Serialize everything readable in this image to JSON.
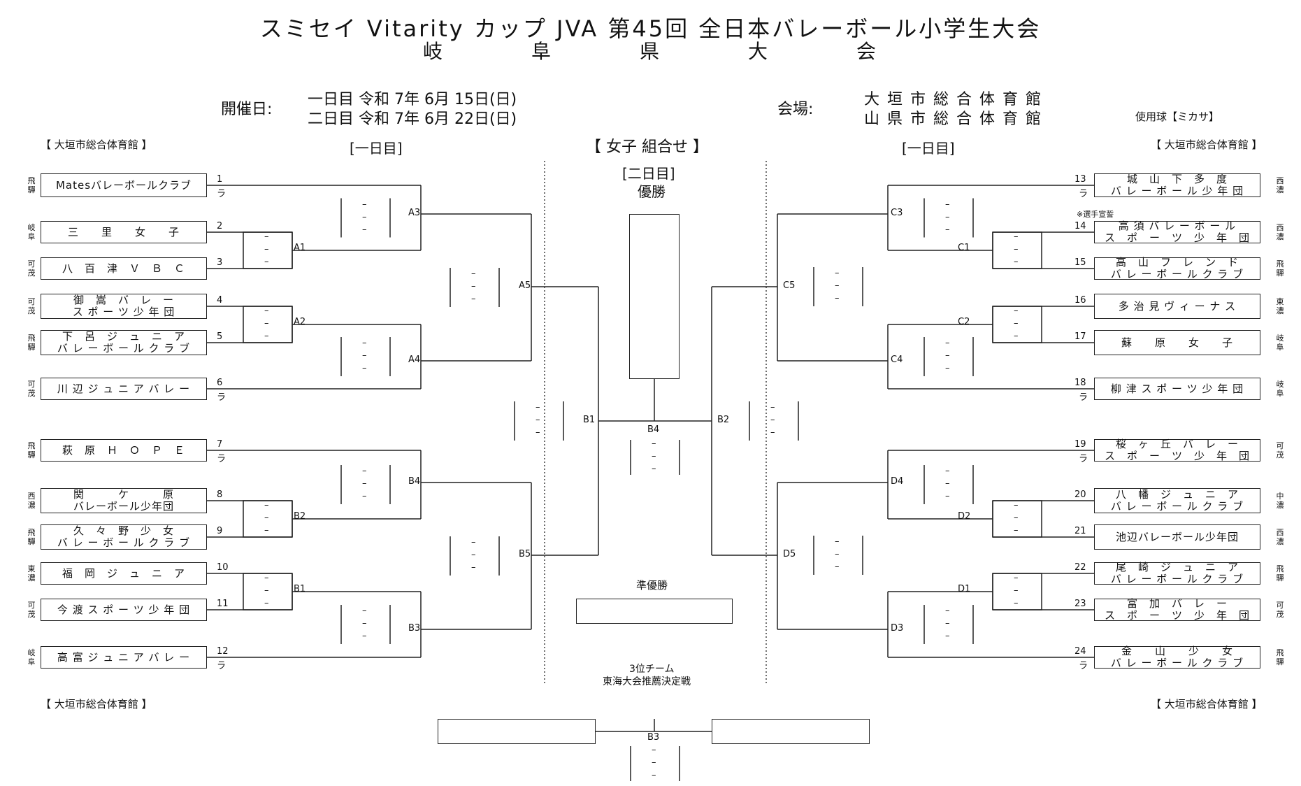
{
  "header": {
    "title": "スミセイ Vitarity カップ JVA 第45回  全日本バレーボール小学生大会",
    "subtitle": "岐　　　　阜　　　　県　　　　大　　　　会",
    "date_label": "開催日:",
    "date_line1": "一日目 令和 7年 6月 15日(日)",
    "date_line2": "二日目 令和 7年 6月 22日(日)",
    "venue_label": "会場:",
    "venue_line1": "大 垣 市 総 合 体 育 館",
    "venue_line2": "山 県 市 総 合 体 育 館",
    "ball": "使用球【ミカサ】"
  },
  "labels": {
    "venue_tl": "【  大垣市総合体育館  】",
    "venue_tr": "【  大垣市総合体育館  】",
    "venue_bl": "【  大垣市総合体育館  】",
    "venue_br": "【  大垣市総合体育館  】",
    "day1_left": "[一日目]",
    "day1_right": "[一日目]",
    "category": "【  女子  組合せ  】",
    "day2": "[二日目]",
    "champion": "優勝",
    "runner_up": "準優勝",
    "third_line1": "3位チーム",
    "third_line2": "東海大会推薦決定戦",
    "oath": "※選手宣誓",
    "ra": "ラ",
    "dash": "–"
  },
  "teams_left": [
    {
      "num": "1",
      "pref": "飛驒",
      "line1": "Matesバレーボールクラブ",
      "line2": "",
      "ra": true
    },
    {
      "num": "2",
      "pref": "岐阜",
      "line1": "三　　里　　女　　子",
      "line2": "",
      "ra": false
    },
    {
      "num": "3",
      "pref": "可茂",
      "line1": "八　百　津　Ｖ　Ｂ　Ｃ",
      "line2": "",
      "ra": false
    },
    {
      "num": "4",
      "pref": "可茂",
      "line1": "御　嵩　バ　レ　ー",
      "line2": "ス ポ ー ツ 少 年 団",
      "ra": false
    },
    {
      "num": "5",
      "pref": "飛驒",
      "line1": "下　呂　ジ　ュ　ニ　ア",
      "line2": "バ レ ー ボ ー ル ク ラ ブ",
      "ra": false
    },
    {
      "num": "6",
      "pref": "可茂",
      "line1": "川 辺 ジ ュ ニ ア バ レ ー",
      "line2": "",
      "ra": true
    },
    {
      "num": "7",
      "pref": "飛驒",
      "line1": "萩　原　Ｈ　Ｏ　Ｐ　Ｅ",
      "line2": "",
      "ra": true
    },
    {
      "num": "8",
      "pref": "西濃",
      "line1": "関　　　ケ　　　原",
      "line2": "バレーボール少年団",
      "ra": false
    },
    {
      "num": "9",
      "pref": "飛驒",
      "line1": "久　々　野　少　女",
      "line2": "バ レ ー ボ ー ル ク ラ ブ",
      "ra": false
    },
    {
      "num": "10",
      "pref": "東濃",
      "line1": "福　岡　ジ　ュ　ニ　ア",
      "line2": "",
      "ra": false
    },
    {
      "num": "11",
      "pref": "可茂",
      "line1": "今 渡 ス ポ ー ツ 少 年 団",
      "line2": "",
      "ra": false
    },
    {
      "num": "12",
      "pref": "岐阜",
      "line1": "高 富 ジ ュ ニ ア バ レ ー",
      "line2": "",
      "ra": true
    }
  ],
  "teams_right": [
    {
      "num": "13",
      "pref": "西濃",
      "line1": "城　山　下　多　度",
      "line2": "バ レ ー ボ ー ル 少 年 団",
      "ra": true
    },
    {
      "num": "14",
      "pref": "西濃",
      "line1": "高 須 バ レ ー ボ ー ル",
      "line2": "ス　ポ　ー　ツ　少　年　団",
      "ra": false
    },
    {
      "num": "15",
      "pref": "飛驒",
      "line1": "高　山　フ　レ　ン　ド",
      "line2": "バ レ ー ボ ー ル ク ラ ブ",
      "ra": false
    },
    {
      "num": "16",
      "pref": "東濃",
      "line1": "多 治 見 ヴ ィ ー ナ ス",
      "line2": "",
      "ra": false
    },
    {
      "num": "17",
      "pref": "岐阜",
      "line1": "蘇　　原　　女　　子",
      "line2": "",
      "ra": false
    },
    {
      "num": "18",
      "pref": "岐阜",
      "line1": "柳 津 ス ポ ー ツ 少 年 団",
      "line2": "",
      "ra": true
    },
    {
      "num": "19",
      "pref": "可茂",
      "line1": "桜　ヶ　丘　バ　レ　ー",
      "line2": "ス　ポ　ー　ツ　少　年　団",
      "ra": true
    },
    {
      "num": "20",
      "pref": "中濃",
      "line1": "八　幡　ジ　ュ　ニ　ア",
      "line2": "バ レ ー ボ ー ル ク ラ ブ",
      "ra": false
    },
    {
      "num": "21",
      "pref": "西濃",
      "line1": "池辺バレーボール少年団",
      "line2": "",
      "ra": false
    },
    {
      "num": "22",
      "pref": "飛驒",
      "line1": "尾　崎　ジ　ュ　ニ　ア",
      "line2": "バ レ ー ボ ー ル ク ラ ブ",
      "ra": false
    },
    {
      "num": "23",
      "pref": "可茂",
      "line1": "富　加　バ　レ　ー",
      "line2": "ス　ポ　ー　ツ　少　年　団",
      "ra": false
    },
    {
      "num": "24",
      "pref": "飛驒",
      "line1": "金　　山　　少　　女",
      "line2": "バ レ ー ボ ー ル ク ラ ブ",
      "ra": true
    }
  ],
  "matches": {
    "A1": "A1",
    "A2": "A2",
    "A3": "A3",
    "A4": "A4",
    "A5": "A5",
    "B1": "B1",
    "B2": "B2",
    "B3": "B3",
    "B4": "B4",
    "B5": "B5",
    "C1": "C1",
    "C2": "C2",
    "C3": "C3",
    "C4": "C4",
    "C5": "C5",
    "D1": "D1",
    "D2": "D2",
    "D3": "D3",
    "D4": "D4",
    "D5": "D5",
    "F1": "B1",
    "F2": "B2",
    "FIN": "B4",
    "THIRD": "B3"
  }
}
